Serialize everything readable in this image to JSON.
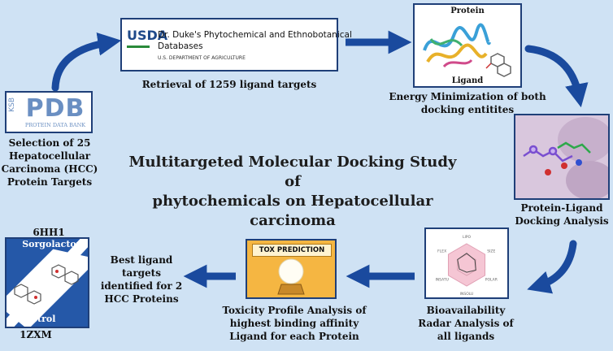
{
  "title_line1": "Multitargeted Molecular Docking Study of",
  "title_line2": "phytochemicals on Hepatocellular carcinoma",
  "pdb": {
    "side_text": "KSB",
    "logo_text": "PDB",
    "sub_text": "PROTEIN DATA BANK",
    "caption": [
      "Selection of 25",
      "Hepatocellular",
      "Carcinoma (HCC)",
      "Protein Targets"
    ]
  },
  "usda": {
    "logo_text": "USDA",
    "name_line1": "Dr. Duke's Phytochemical and Ethnobotanical",
    "name_line2": "Databases",
    "dept": "U.S. DEPARTMENT OF AGRICULTURE",
    "caption": "Retrieval of 1259 ligand targets"
  },
  "energy": {
    "protein_label": "Protein",
    "ligand_label": "Ligand",
    "caption": [
      "Energy Minimization of both",
      "docking entitites"
    ]
  },
  "docking": {
    "caption": [
      "Protein-Ligand",
      "Docking Analysis"
    ]
  },
  "radar": {
    "axes": [
      "LIPO",
      "SIZE",
      "POLAR",
      "INSOLU",
      "INSATU",
      "FLEX"
    ],
    "caption": [
      "Bioavailability",
      "Radar Analysis of",
      "all ligands"
    ]
  },
  "tox": {
    "label": "TOX PREDICTION",
    "caption": [
      "Toxicity Profile Analysis of",
      "highest binding affinity",
      "Ligand for each Protein"
    ]
  },
  "best": {
    "top_id": "6HH1",
    "top_name": "Sorgolactone",
    "bottom_name": "Alectrol",
    "bottom_id": "1ZXM",
    "caption": [
      "Best ligand",
      "targets",
      "identified for 2",
      "HCC Proteins"
    ]
  },
  "colors": {
    "arrow": "#1a4a9e",
    "panel_blue": "#2558a8",
    "tox_orange": "#f5b642"
  }
}
